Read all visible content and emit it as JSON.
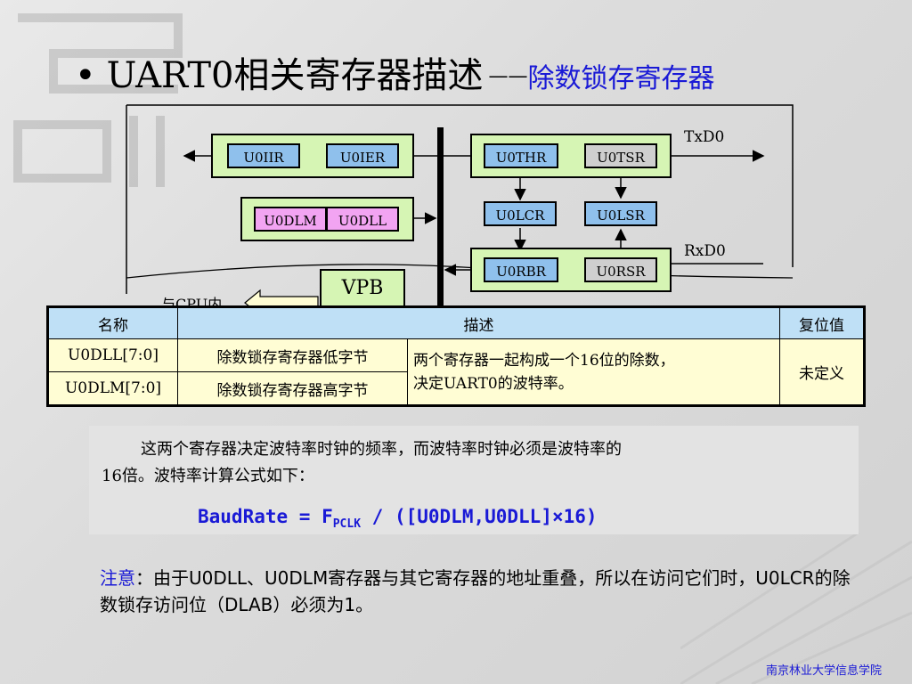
{
  "title": {
    "bullet": "•",
    "main": "UART0相关寄存器描述",
    "dash": "——",
    "sub": "除数锁存寄存器"
  },
  "diagram": {
    "registers": {
      "u0iir": "U0IIR",
      "u0ier": "U0IER",
      "u0dlm": "U0DLM",
      "u0dll": "U0DLL",
      "u0thr": "U0THR",
      "u0tsr": "U0TSR",
      "u0lcr": "U0LCR",
      "u0lsr": "U0LSR",
      "u0rbr": "U0RBR",
      "u0rsr": "U0RSR"
    },
    "txd": "TxD0",
    "rxd": "RxD0",
    "vpb": "VPB",
    "cpu_label": "与CPU内"
  },
  "table": {
    "headers": [
      "名称",
      "描述",
      "复位值"
    ],
    "rows": [
      {
        "name": "U0DLL[7:0]",
        "desc": "除数锁存寄存器低字节"
      },
      {
        "name": "U0DLM[7:0]",
        "desc": "除数锁存寄存器高字节"
      }
    ],
    "shared_desc_line1": "两个寄存器一起构成一个16位的除数，",
    "shared_desc_line2": "决定UART0的波特率。",
    "reset": "未定义"
  },
  "note": {
    "line1": "这两个寄存器决定波特率时钟的频率，而波特率时钟必须是波特率的",
    "line2": "16倍。波特率计算公式如下：",
    "formula_a": "BaudRate = F",
    "formula_sub": "PCLK",
    "formula_b": " / ([U0DLM,U0DLL]×16)"
  },
  "notice": {
    "keyword": "注意",
    "text": "：由于U0DLL、U0DLM寄存器与其它寄存器的地址重叠，所以在访问它们时，U0LCR的除数锁存访问位（DLAB）必须为1。"
  },
  "footer": "南京林业大学信息学院",
  "colors": {
    "accent_blue": "#1a1ad6",
    "register_blue": "#8fc0ec",
    "register_gray": "#cfcfcf",
    "register_pink": "#f2a4f2",
    "group_green": "#d6f5b4",
    "table_header": "#bfe0f6",
    "table_body": "#fffdd4"
  }
}
